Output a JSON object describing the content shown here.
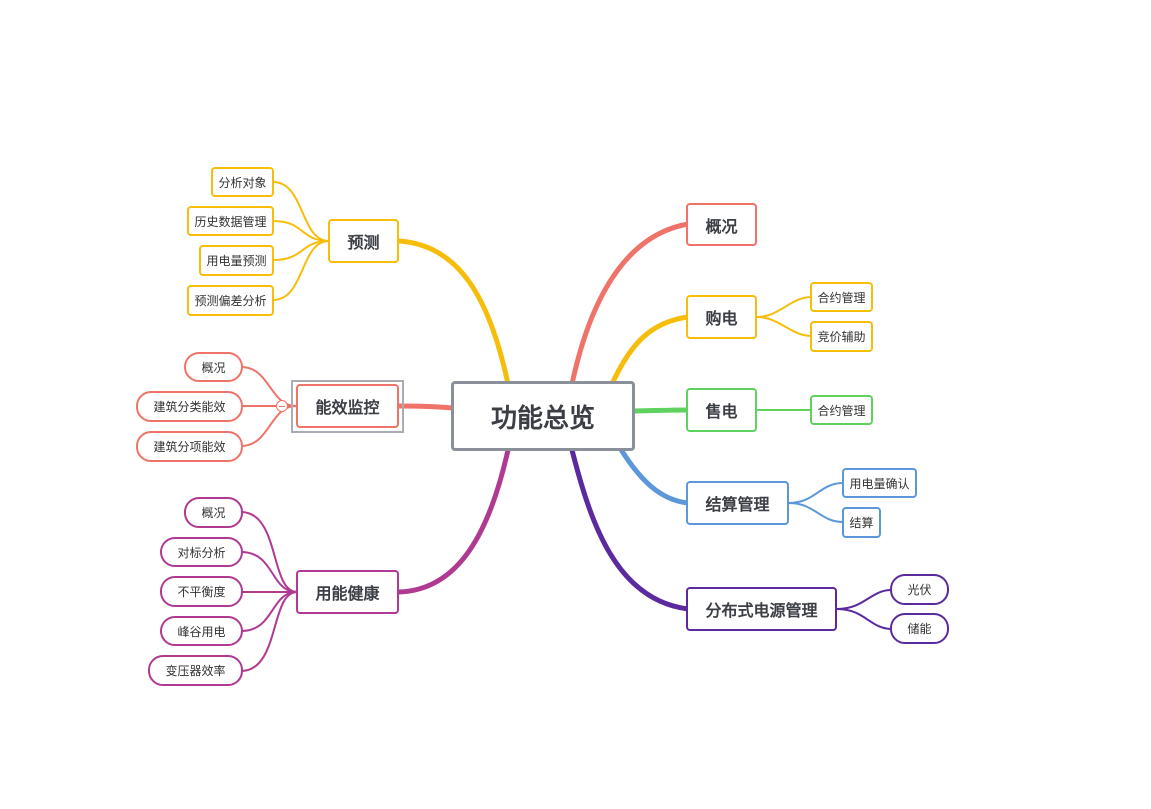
{
  "center": {
    "label": "功能总览"
  },
  "colors": {
    "overview": "#f0736a",
    "purchase": "#f7bd0b",
    "sale": "#5ed15e",
    "settlement": "#5b97d9",
    "distributed": "#5a2a9e",
    "forecast": "#f7bd0b",
    "monitor": "#f0736a",
    "health": "#b03a92",
    "central_border": "#8a9099"
  },
  "branches": {
    "overview": {
      "label": "概况"
    },
    "purchase": {
      "label": "购电",
      "children": [
        "合约管理",
        "竞价辅助"
      ]
    },
    "sale": {
      "label": "售电",
      "children": [
        "合约管理"
      ]
    },
    "settlement": {
      "label": "结算管理",
      "children": [
        "用电量确认",
        "结算"
      ]
    },
    "distributed": {
      "label": "分布式电源管理",
      "children": [
        "光伏",
        "储能"
      ]
    },
    "forecast": {
      "label": "预测",
      "children": [
        "分析对象",
        "历史数据管理",
        "用电量预测",
        "预测偏差分析"
      ]
    },
    "monitor": {
      "label": "能效监控",
      "children": [
        "概况",
        "建筑分类能效",
        "建筑分项能效"
      ]
    },
    "health": {
      "label": "用能健康",
      "children": [
        "概况",
        "对标分析",
        "不平衡度",
        "峰谷用电",
        "变压器效率"
      ]
    }
  }
}
